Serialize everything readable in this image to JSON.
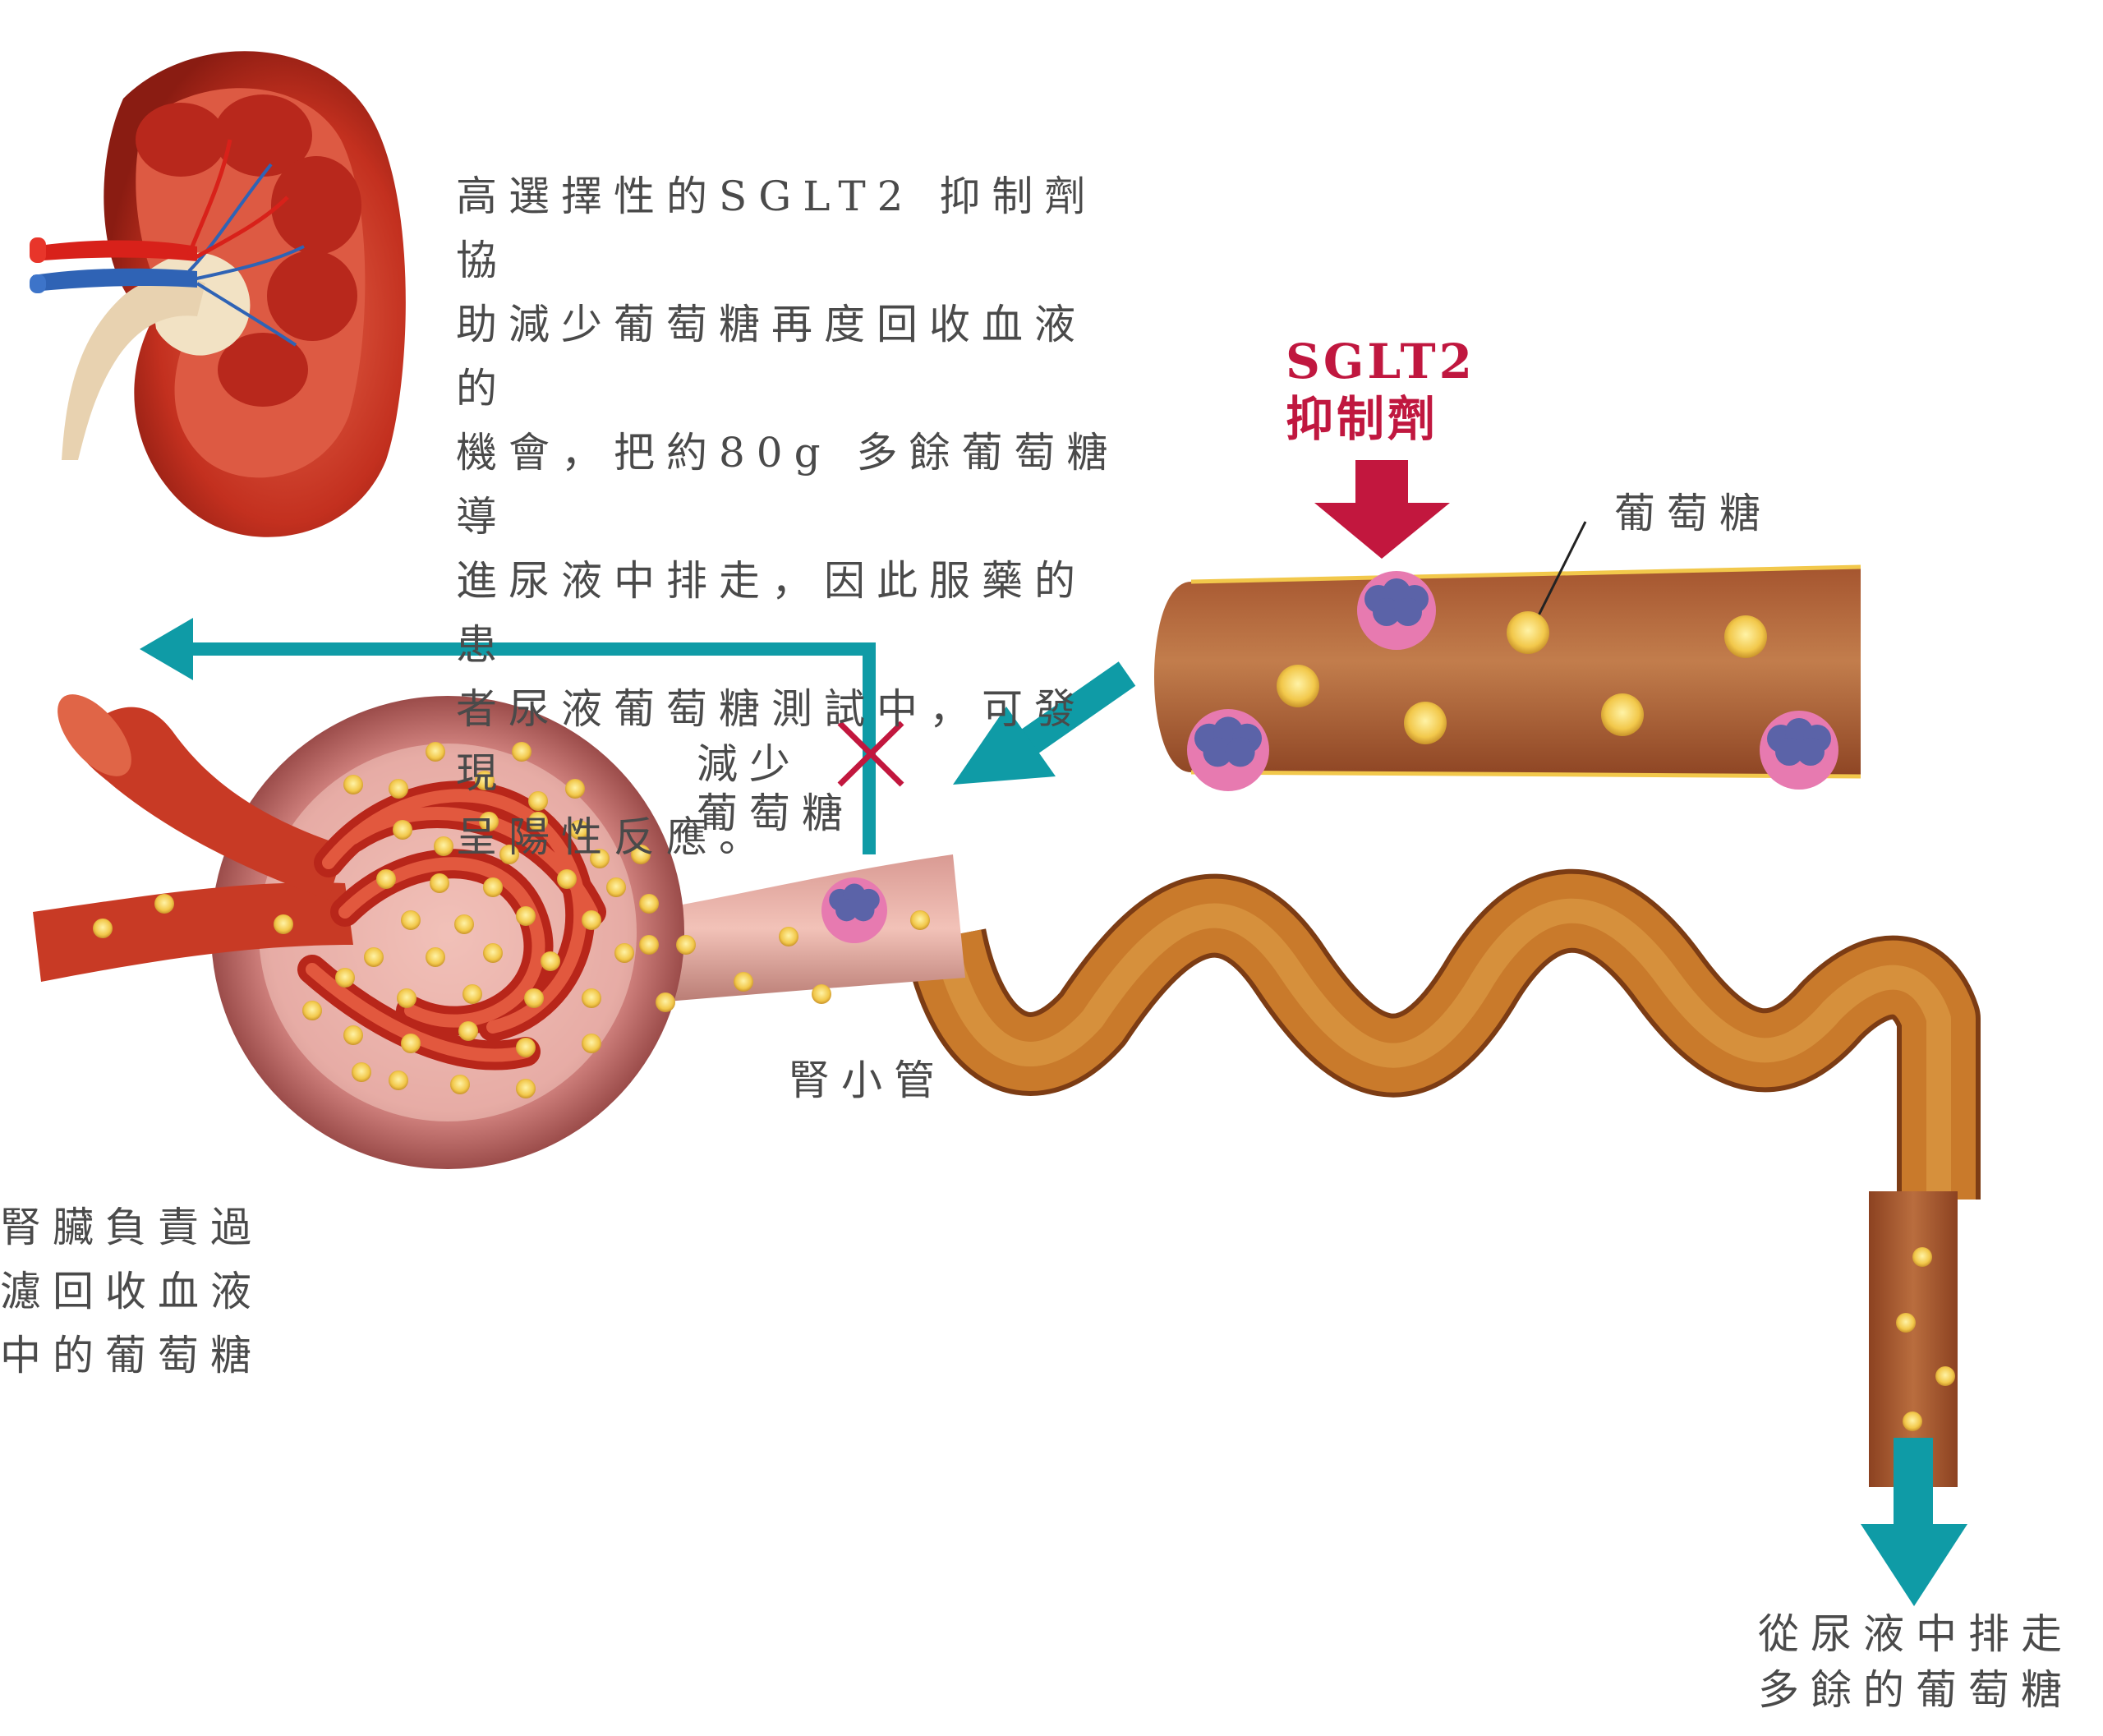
{
  "intro_text": "高選擇性的SGLT2 抑制劑協\n助減少葡萄糖再度回收血液的\n機會，把約80g 多餘葡萄糖導\n進尿液中排走，因此服藥的患\n者尿液葡萄糖測試中，可發現\n呈陽性反應。",
  "sglt2_label": "SGLT2\n抑制劑",
  "glucose_label": "葡萄糖",
  "reduce_label": "減少\n葡萄糖",
  "tubule_label": "腎小管",
  "left_caption": "腎臟負責過\n濾回收血液\n中的葡萄糖",
  "bottom_caption": "從尿液中排走\n多餘的葡萄糖",
  "colors": {
    "teal_arrow": "#0f9ba6",
    "crimson_arrow": "#c2173e",
    "tube_orange": "#c97a2b",
    "vessel_brown": "#b86a3c",
    "glucose": "#f2c84b",
    "transporter_pink": "#e77ab0",
    "transporter_blue": "#5b63a8",
    "kidney_red": "#c3301f"
  }
}
